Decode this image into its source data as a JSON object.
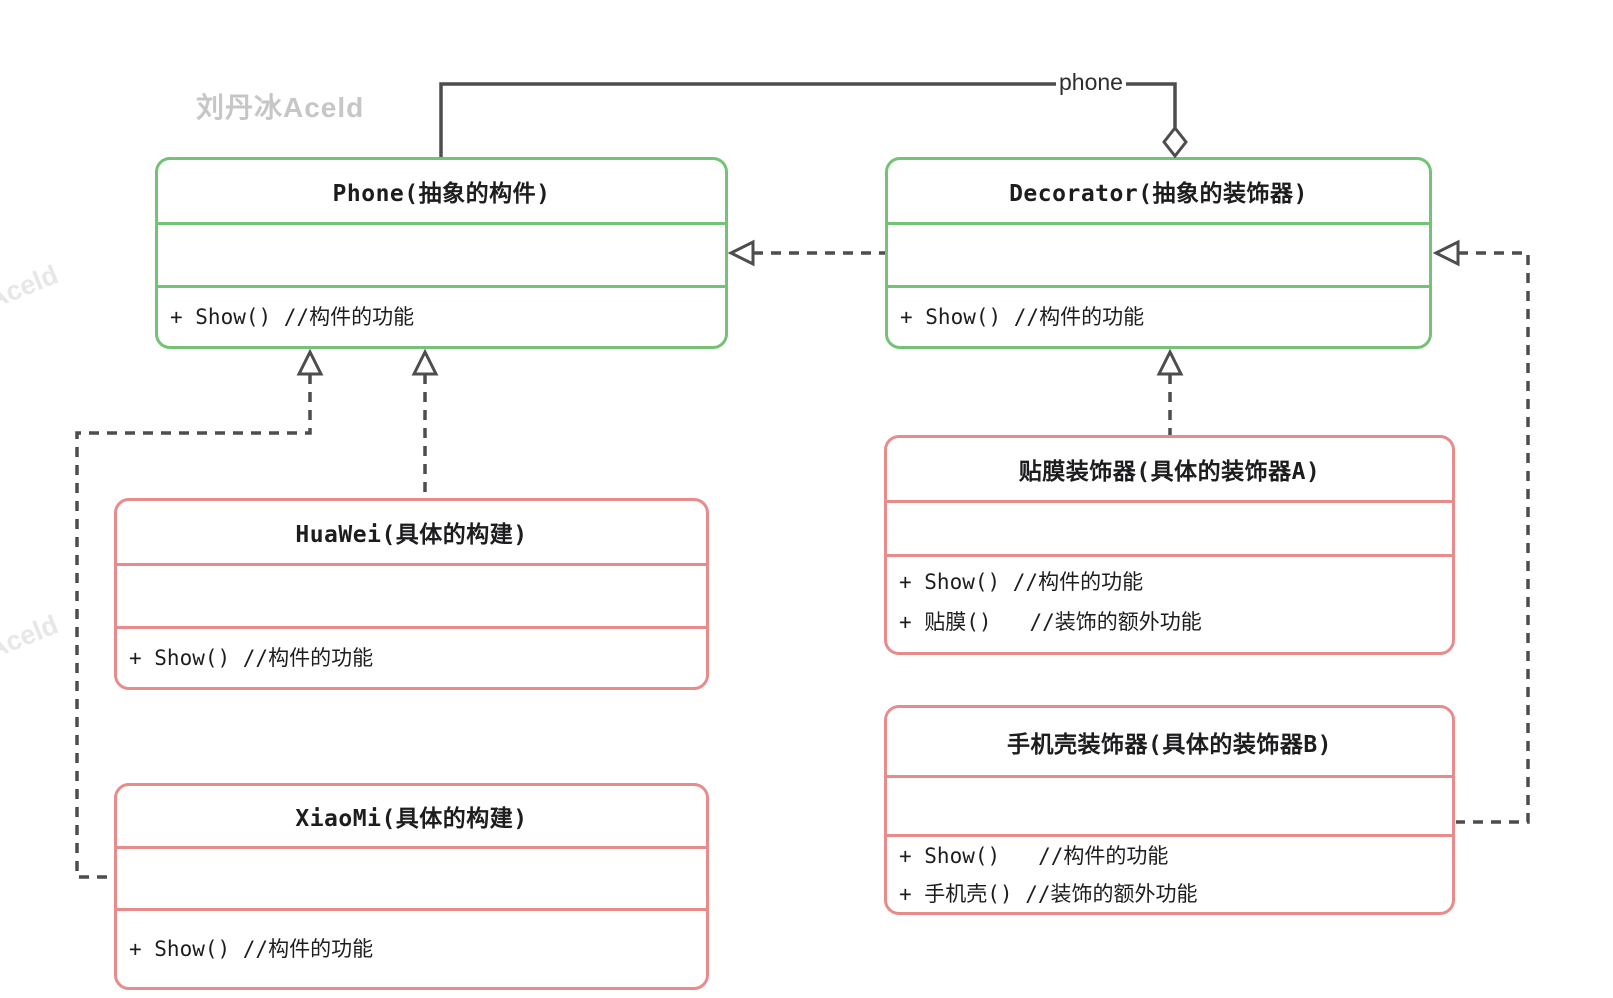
{
  "watermark": {
    "title": "刘丹冰Aceld",
    "side": "Aceld"
  },
  "colors": {
    "green": "#74c274",
    "red": "#e88b8b",
    "line": "#4d4d4d",
    "watermark": "#c6c6c6"
  },
  "association": {
    "label": "phone"
  },
  "classes": [
    {
      "id": "phone",
      "title": "Phone(抽象的构件)",
      "methods": [
        "+ Show() //构件的功能"
      ]
    },
    {
      "id": "decorator",
      "title": "Decorator(抽象的装饰器)",
      "methods": [
        "+ Show() //构件的功能"
      ]
    },
    {
      "id": "huawei",
      "title": "HuaWei(具体的构建)",
      "methods": [
        "+ Show() //构件的功能"
      ]
    },
    {
      "id": "xiaomi",
      "title": "XiaoMi(具体的构建)",
      "methods": [
        "+ Show() //构件的功能"
      ]
    },
    {
      "id": "film",
      "title": "贴膜装饰器(具体的装饰器A)",
      "methods": [
        "+ Show() //构件的功能",
        "+ 贴膜()   //装饰的额外功能"
      ]
    },
    {
      "id": "case",
      "title": "手机壳装饰器(具体的装饰器B)",
      "methods": [
        "+ Show()   //构件的功能",
        "+ 手机壳() //装饰的额外功能"
      ]
    }
  ],
  "relations": [
    {
      "from": "Decorator",
      "to": "Phone",
      "type": "dashed-dependency-arrow"
    },
    {
      "from": "Decorator",
      "to": "Phone",
      "type": "aggregation",
      "label": "phone"
    },
    {
      "from": "HuaWei",
      "to": "Phone",
      "type": "dashed-inheritance"
    },
    {
      "from": "XiaoMi",
      "to": "Phone",
      "type": "dashed-inheritance"
    },
    {
      "from": "贴膜装饰器",
      "to": "Decorator",
      "type": "dashed-inheritance"
    },
    {
      "from": "手机壳装饰器",
      "to": "Decorator",
      "type": "dashed-inheritance"
    }
  ]
}
